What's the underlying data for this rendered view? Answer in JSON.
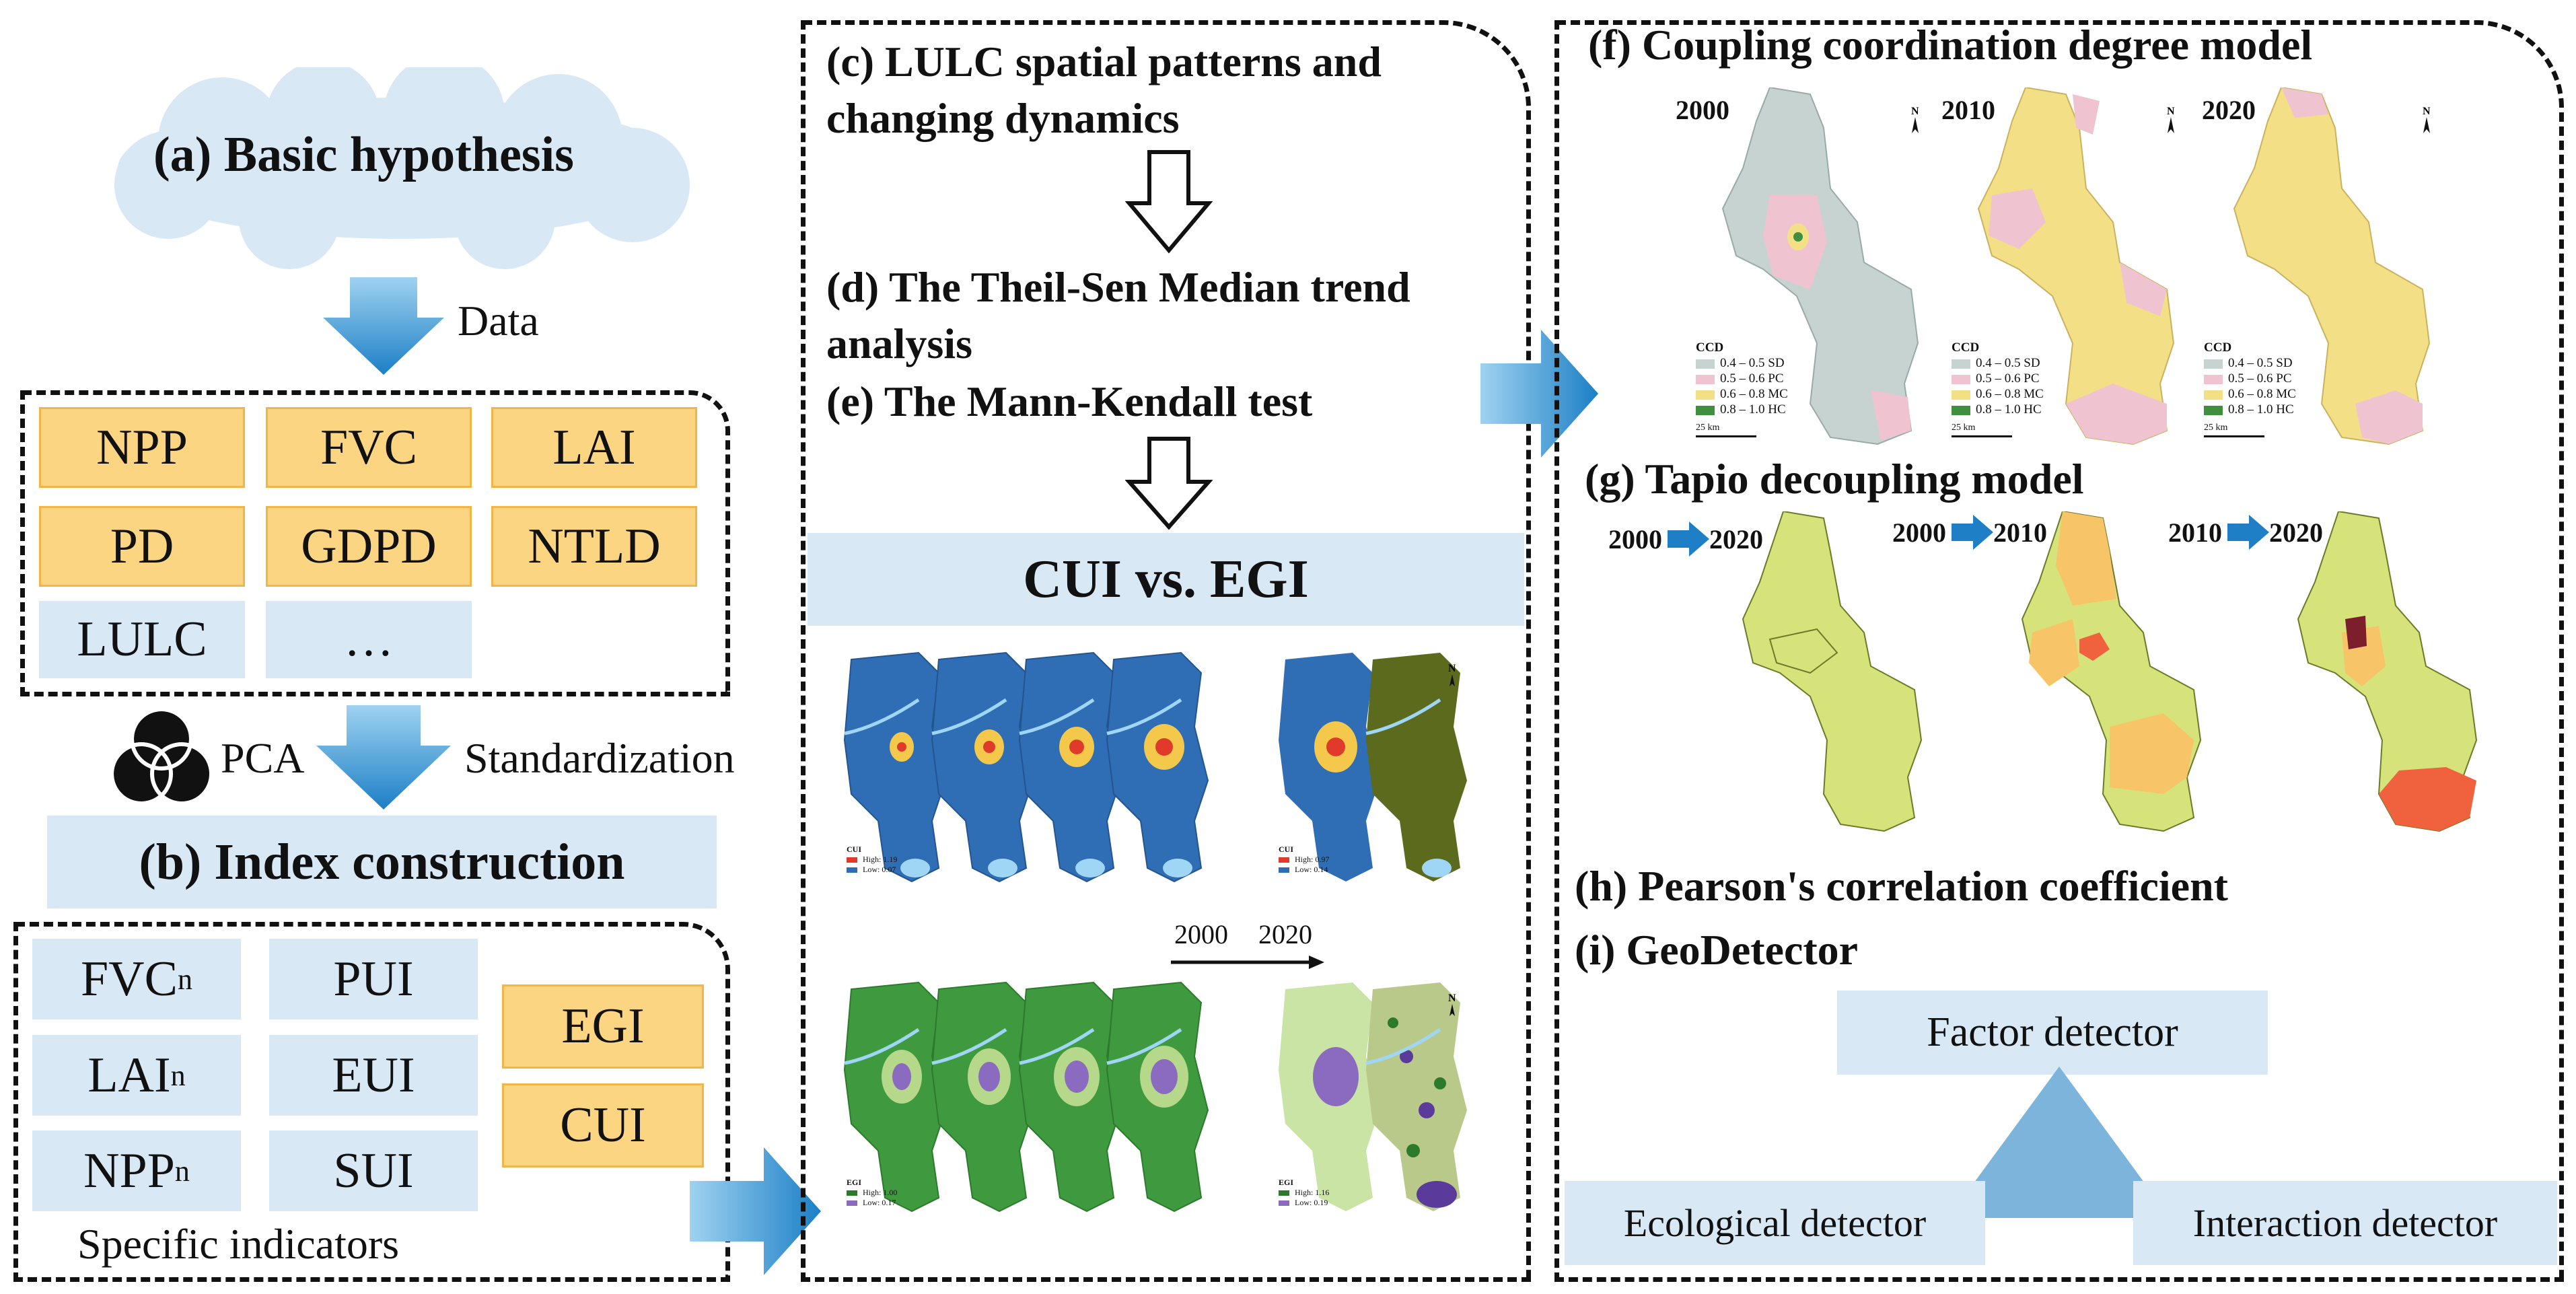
{
  "panel_a": {
    "title": "(a) Basic hypothesis",
    "arrow_label": "Data"
  },
  "data_items": [
    "NPP",
    "FVC",
    "LAI",
    "PD",
    "GDPD",
    "NTLD",
    "LULC",
    "…"
  ],
  "pca": {
    "left_label": "PCA",
    "right_label": "Standardization"
  },
  "panel_b": {
    "title": "(b) Index construction"
  },
  "indicators": {
    "n_col": [
      {
        "base": "FVC",
        "sub": "n"
      },
      {
        "base": "LAI",
        "sub": "n"
      },
      {
        "base": "NPP",
        "sub": "n"
      }
    ],
    "u_col": [
      "PUI",
      "EUI",
      "SUI"
    ],
    "composite": [
      "EGI",
      "CUI"
    ],
    "caption": "Specific indicators"
  },
  "middle": {
    "step_c": "(c) LULC spatial patterns and changing dynamics",
    "step_d": "(d) The Theil-Sen Median trend analysis",
    "step_e": "(e) The Mann-Kendall test",
    "banner": "CUI vs. EGI",
    "year_start": "2000",
    "year_end": "2020",
    "cui_legend": {
      "title": "CUI",
      "high": "High: 1.19",
      "low": "Low: 0.07",
      "high_r": "High: 0.97",
      "low_r": "Low: 0.14"
    },
    "egi_legend": {
      "title": "EGI",
      "high": "High: 1.00",
      "low": "Low: 0.17",
      "high_r": "High: 1.16",
      "low_r": "Low: 0.19"
    }
  },
  "panel_f": {
    "title": "(f) Coupling coordination degree model",
    "years": [
      "2000",
      "2010",
      "2020"
    ],
    "legend_title": "CCD",
    "legend": [
      {
        "label": "0.4 – 0.5 SD",
        "color": "#c6d3d0"
      },
      {
        "label": "0.5 – 0.6 PC",
        "color": "#efc4d0"
      },
      {
        "label": "0.6 – 0.8 MC",
        "color": "#f3df86"
      },
      {
        "label": "0.8 – 1.0 HC",
        "color": "#3f8f3f"
      }
    ],
    "scale_label": "25",
    "scale_unit": "km",
    "north": "N"
  },
  "panel_g": {
    "title": "(g) Tapio decoupling model",
    "periods": [
      {
        "from": "2000",
        "to": "2020"
      },
      {
        "from": "2000",
        "to": "2010"
      },
      {
        "from": "2010",
        "to": "2020"
      }
    ],
    "colors": {
      "base": "#d6e27a",
      "orange": "#f7c468",
      "red": "#f0623e",
      "dark": "#7d1e2c"
    }
  },
  "panel_h": {
    "title": "(h) Pearson's correlation coefficient"
  },
  "panel_i": {
    "title": "(i) GeoDetector",
    "factor": "Factor detector",
    "ecological": "Ecological detector",
    "interaction": "Interaction detector"
  },
  "colors": {
    "yellow_box": "#fcd582",
    "blue_box": "#d8e8f5",
    "arrow_blue": "#2f8fcf",
    "triangle": "#7cb4dc"
  }
}
